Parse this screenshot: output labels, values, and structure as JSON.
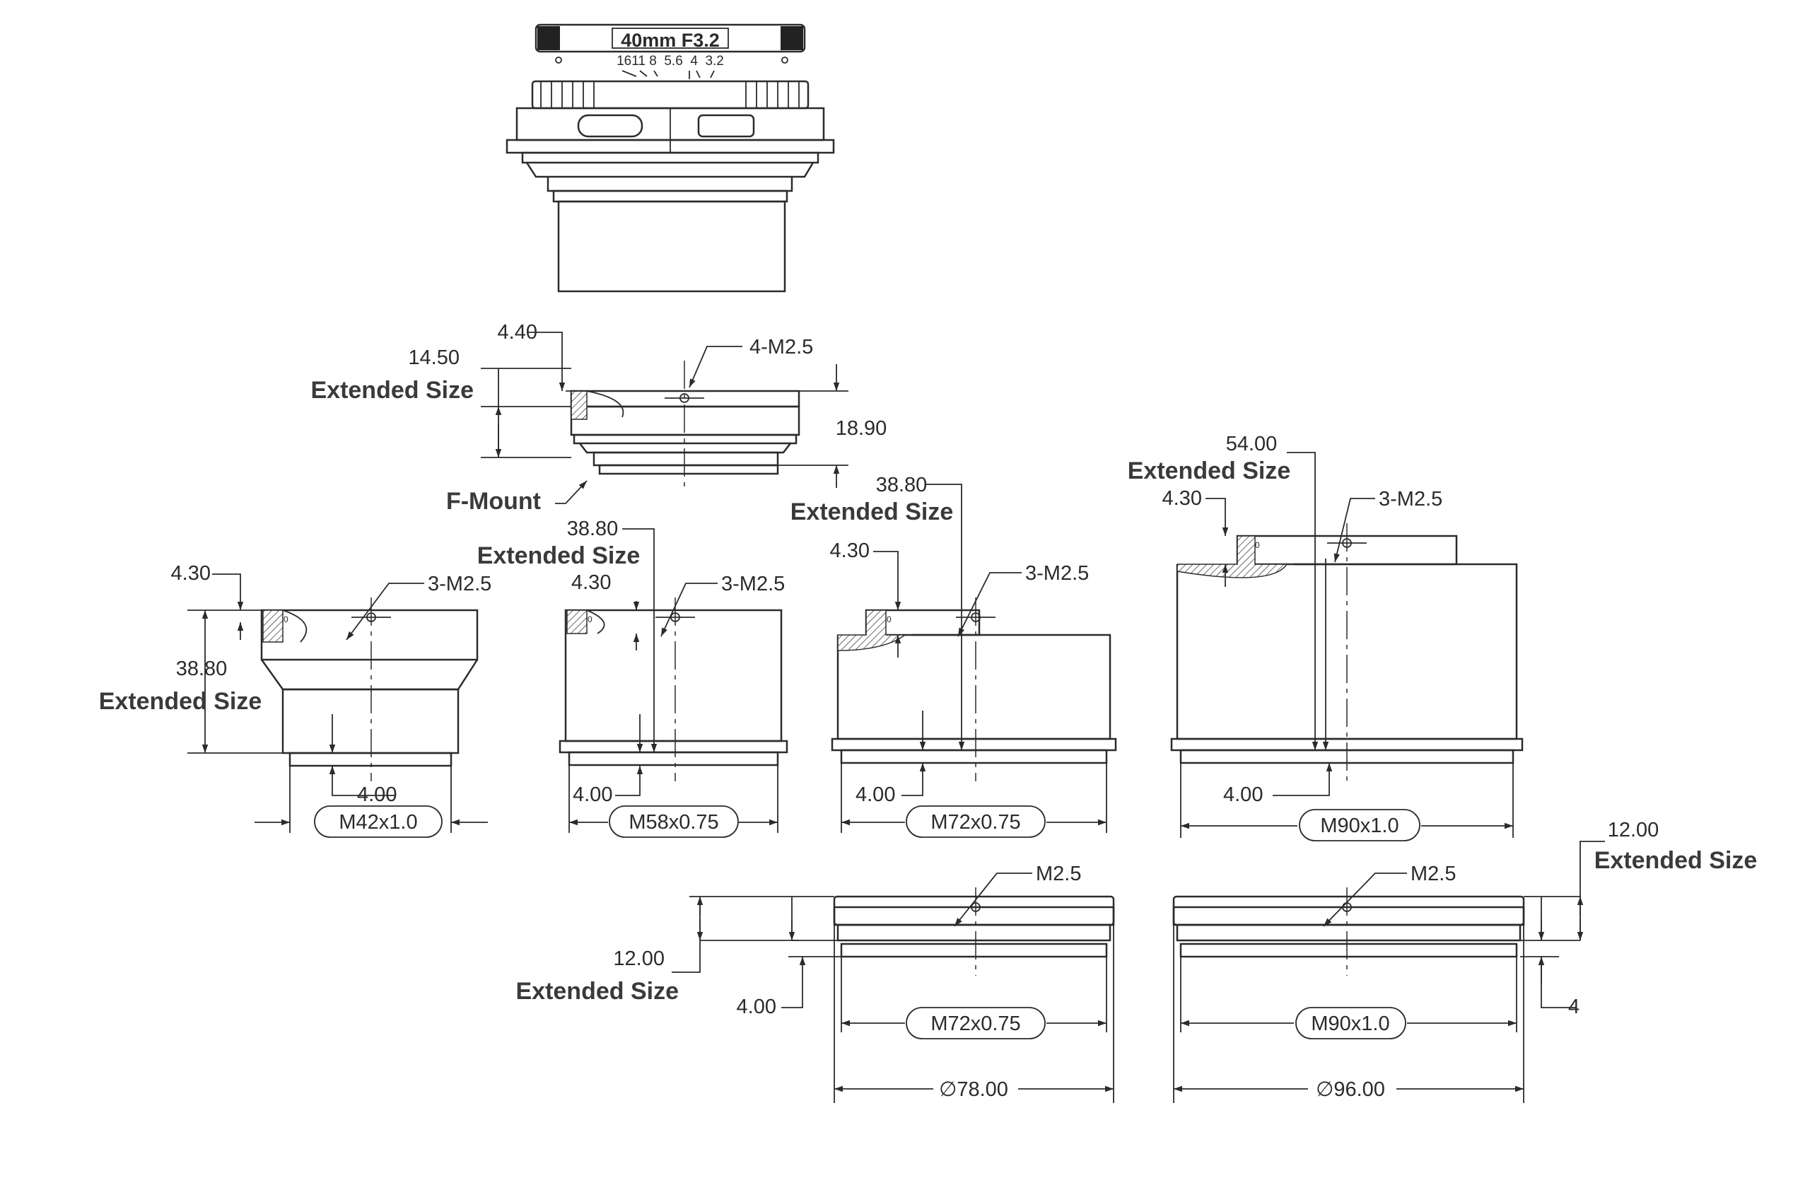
{
  "lens": {
    "title": "40mm F3.2",
    "aperture_scale": "1611 8  5.6  4  3.2"
  },
  "fmount": {
    "label": "F-Mount",
    "extended_label": "Extended Size",
    "dim_top": "4.40",
    "dim_ext": "14.50",
    "dim_total": "18.90",
    "screw": "4-M2.5"
  },
  "m42": {
    "thread": "M42x1.0",
    "extended_label": "Extended Size",
    "dim_top": "4.30",
    "dim_ext": "38.80",
    "dim_flange": "4.00",
    "screw": "3-M2.5"
  },
  "m58": {
    "thread": "M58x0.75",
    "extended_label": "Extended Size",
    "dim_top": "4.30",
    "dim_ext": "38.80",
    "dim_flange": "4.00",
    "screw": "3-M2.5"
  },
  "m72": {
    "thread": "M72x0.75",
    "extended_label": "Extended Size",
    "dim_top": "4.30",
    "dim_ext": "38.80",
    "dim_flange": "4.00",
    "screw": "3-M2.5"
  },
  "m90": {
    "thread": "M90x1.0",
    "extended_label": "Extended Size",
    "dim_top": "4.30",
    "dim_ext": "54.00",
    "dim_flange": "4.00",
    "screw": "3-M2.5"
  },
  "m72_short": {
    "thread": "M72x0.75",
    "diameter": "78.00",
    "extended_label": "Extended Size",
    "dim_ext": "12.00",
    "dim_flange": "4.00",
    "screw": "M2.5"
  },
  "m90_short": {
    "thread": "M90x1.0",
    "diameter": "96.00",
    "extended_label": "Extended Size",
    "dim_ext": "12.00",
    "dim_flange": "4",
    "screw": "M2.5"
  },
  "symbols": {
    "diameter": "∅",
    "zero": "0"
  }
}
